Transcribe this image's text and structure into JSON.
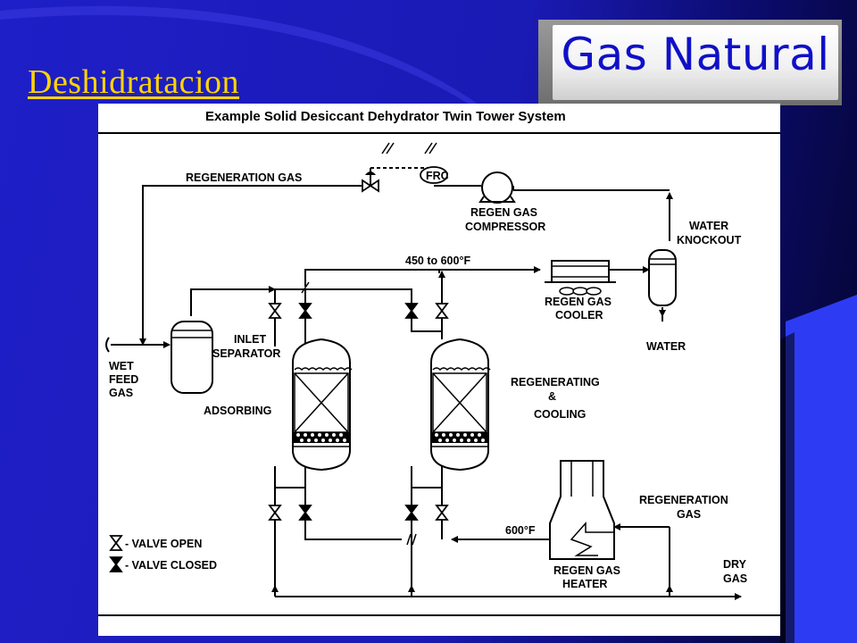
{
  "slide": {
    "title": "Deshidratacion",
    "brand": "Gas Natural"
  },
  "diagram": {
    "title": "Example Solid Desiccant Dehydrator Twin Tower System",
    "labels": {
      "regeneration_gas_top": "REGENERATION GAS",
      "frc": "FRC",
      "regen_gas_compressor_1": "REGEN GAS",
      "regen_gas_compressor_2": "COMPRESSOR",
      "water_knockout_1": "WATER",
      "water_knockout_2": "KNOCKOUT",
      "temp_range": "450 to 600°F",
      "regen_gas_cooler_1": "REGEN GAS",
      "regen_gas_cooler_2": "COOLER",
      "water": "WATER",
      "wet_feed_gas_1": "WET",
      "wet_feed_gas_2": "FEED",
      "wet_feed_gas_3": "GAS",
      "inlet_separator_1": "INLET",
      "inlet_separator_2": "SEPARATOR",
      "adsorbing": "ADSORBING",
      "regenerating_1": "REGENERATING",
      "regenerating_2": "&",
      "regenerating_3": "COOLING",
      "regeneration_gas_right_1": "REGENERATION",
      "regeneration_gas_right_2": "GAS",
      "temp_600": "600°F",
      "regen_gas_heater_1": "REGEN GAS",
      "regen_gas_heater_2": "HEATER",
      "dry_gas_1": "DRY",
      "dry_gas_2": "GAS",
      "legend_valve_open": "- VALVE OPEN",
      "legend_valve_closed": "- VALVE CLOSED"
    }
  },
  "colors": {
    "background": "#1a1ab4",
    "title_text": "#ffd400",
    "brand_text": "#1010c8"
  }
}
